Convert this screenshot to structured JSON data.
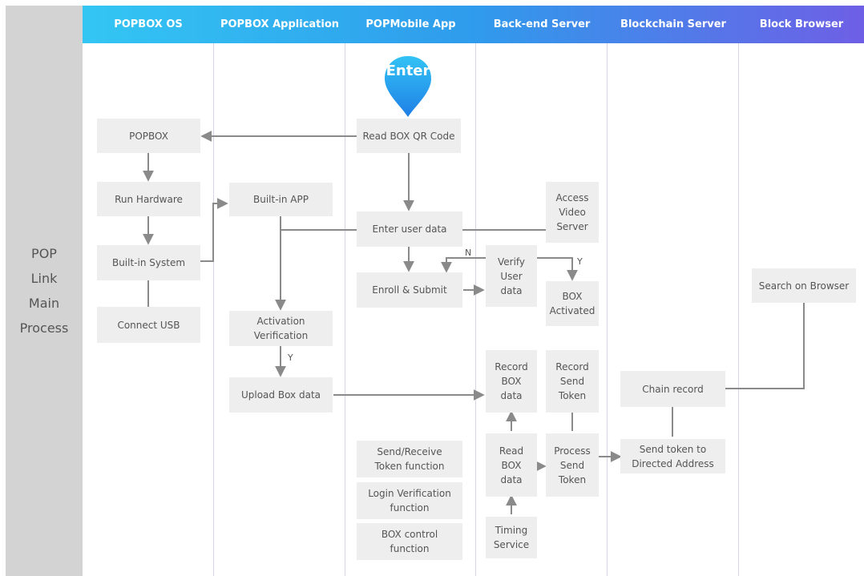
{
  "side_label": [
    "POP",
    "Link",
    "Main",
    "Process"
  ],
  "lanes": [
    "POPBOX OS",
    "POPBOX Application",
    "POPMobile App",
    "Back-end Server",
    "Blockchain Server",
    "Block Browser"
  ],
  "enter_label": "Enter",
  "boxes": {
    "popbox": "POPBOX",
    "run_hardware": "Run Hardware",
    "builtin_system": "Built-in System",
    "connect_usb": "Connect USB",
    "builtin_app": "Built-in APP",
    "activation_verification": "Activation\nVerification",
    "upload_box_data": "Upload Box data",
    "read_qr": "Read BOX QR Code",
    "enter_user_data": "Enter user data",
    "enroll_submit": "Enroll & Submit",
    "send_receive": "Send/Receive\nToken function",
    "login_verification": "Login Verification\nfunction",
    "box_control": "BOX control\nfunction",
    "access_video": "Access\nVideo\nServer",
    "verify_user": "Verify\nUser\ndata",
    "box_activated": "BOX\nActivated",
    "record_box": "Record\nBOX\ndata",
    "record_send": "Record\nSend\nToken",
    "read_box": "Read\nBOX\ndata",
    "process_send": "Process\nSend\nToken",
    "timing_service": "Timing\nService",
    "chain_record": "Chain record",
    "send_token_directed": "Send token to\nDirected Address",
    "search_browser": "Search on Browser"
  },
  "labels": {
    "n": "N",
    "y_verify": "Y",
    "y_activation": "Y"
  },
  "colors": {
    "box_bg": "#eeeeee",
    "line": "#8a8a8a",
    "pin": "#2a9df0"
  }
}
